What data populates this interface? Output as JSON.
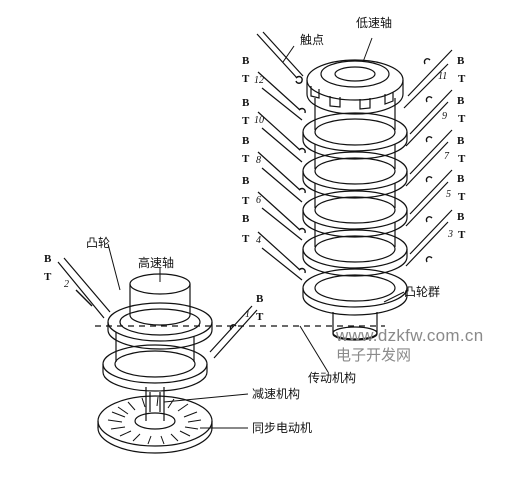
{
  "labels": {
    "contact": "触点",
    "low_speed_shaft": "低速轴",
    "cam": "凸轮",
    "high_speed_shaft": "高速轴",
    "cam_group": "凸轮群",
    "transmission": "传动机构",
    "reducer": "减速机构",
    "sync_motor": "同步电动机"
  },
  "left_contacts": [
    {
      "number": "12",
      "b": "B",
      "t": "T"
    },
    {
      "number": "10",
      "b": "B",
      "t": "T"
    },
    {
      "number": "8",
      "b": "B",
      "t": "T"
    },
    {
      "number": "6",
      "b": "B",
      "t": "T"
    },
    {
      "number": "4",
      "b": "B",
      "t": "T"
    }
  ],
  "right_contacts": [
    {
      "number": "11",
      "b": "B",
      "t": "T"
    },
    {
      "number": "9",
      "b": "B",
      "t": "T"
    },
    {
      "number": "7",
      "b": "B",
      "t": "T"
    },
    {
      "number": "5",
      "b": "B",
      "t": "T"
    },
    {
      "number": "3",
      "b": "B",
      "t": "T"
    }
  ],
  "small_left_contact": {
    "number": "2",
    "b": "B",
    "t": "T"
  },
  "small_right_contact": {
    "number": "1",
    "b": "B",
    "t": "T"
  },
  "watermark": {
    "url": "www.dzkfw.com.cn",
    "site_name": "电子开发网"
  },
  "colors": {
    "line": "#111111",
    "watermark": "#8a8a8a",
    "background": "#ffffff"
  }
}
